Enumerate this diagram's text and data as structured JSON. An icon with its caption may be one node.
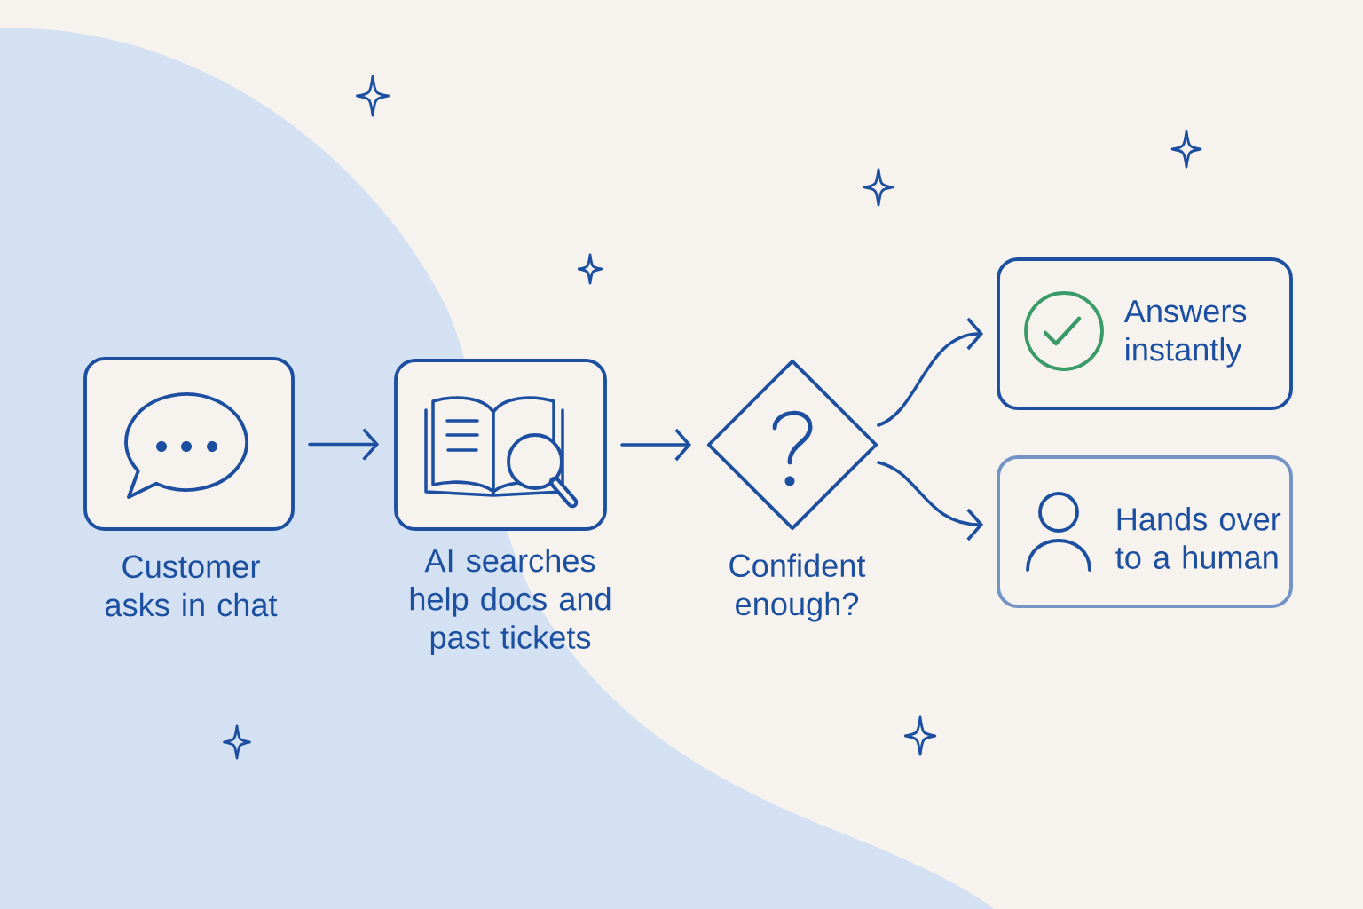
{
  "diagram": {
    "nodes": [
      {
        "text": [
          "Customer asks in chat"
        ]
      },
      {
        "text": [
          "AI searches help docs and past tickets"
        ]
      },
      {
        "text": [
          "Confident enough?"
        ]
      },
      {
        "text": [
          "Answers instantly"
        ]
      },
      {
        "text": [
          "Hands over to a human"
        ]
      }
    ],
    "edges": [
      {
        "from": 0,
        "to": 1,
        "arrow": "to"
      },
      {
        "from": 1,
        "to": 2,
        "arrow": "to"
      },
      {
        "from": 2,
        "to": 3,
        "arrow": "to"
      },
      {
        "from": 2,
        "to": 4,
        "arrow": "to"
      }
    ]
  }
}
